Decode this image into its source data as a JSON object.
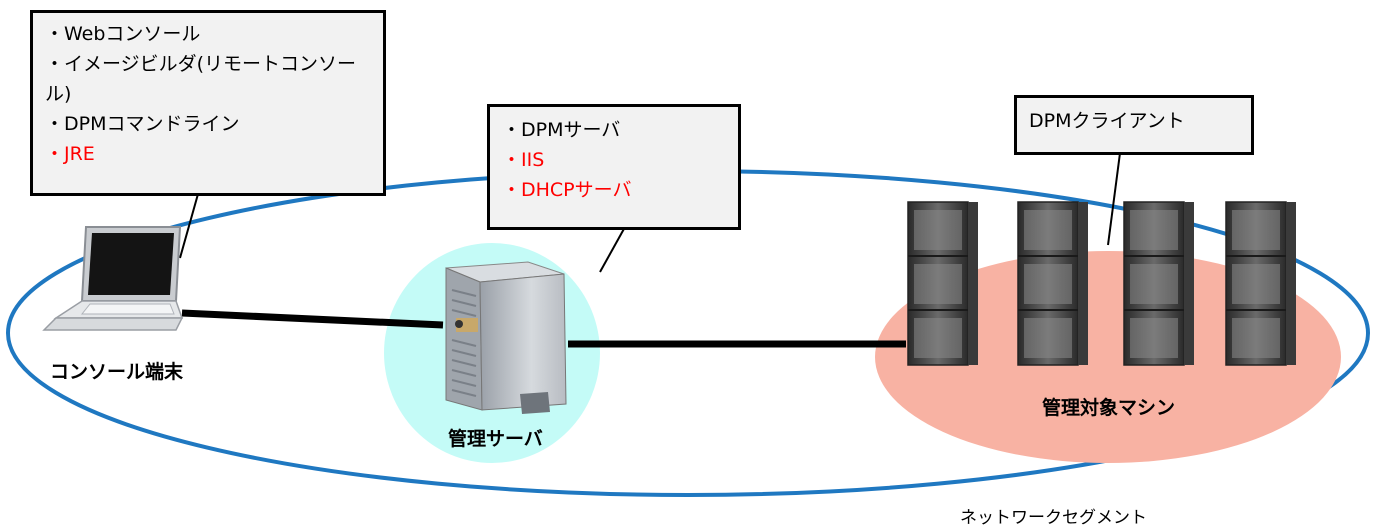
{
  "console_box": {
    "items": [
      {
        "text": "・Webコンソール",
        "color": "#000000"
      },
      {
        "text": "・イメージビルダ(リモートコンソール)",
        "color": "#000000"
      },
      {
        "text": "・DPMコマンドライン",
        "color": "#000000"
      },
      {
        "text": "・JRE",
        "color": "#ff0000"
      }
    ]
  },
  "server_box": {
    "items": [
      {
        "text": "・DPMサーバ",
        "color": "#000000"
      },
      {
        "text": "・IIS",
        "color": "#ff0000"
      },
      {
        "text": "・DHCPサーバ",
        "color": "#ff0000"
      }
    ]
  },
  "client_box": {
    "label": "DPMクライアント"
  },
  "labels": {
    "console_terminal": "コンソール端末",
    "management_server": "管理サーバ",
    "managed_machines": "管理対象マシン",
    "network_segment": "ネットワークセグメント"
  },
  "colors": {
    "network_ellipse": "#1f78c1",
    "server_zone": "#c4fbf7",
    "machine_zone": "#f8b2a3",
    "highlight_text": "#ff0000"
  }
}
